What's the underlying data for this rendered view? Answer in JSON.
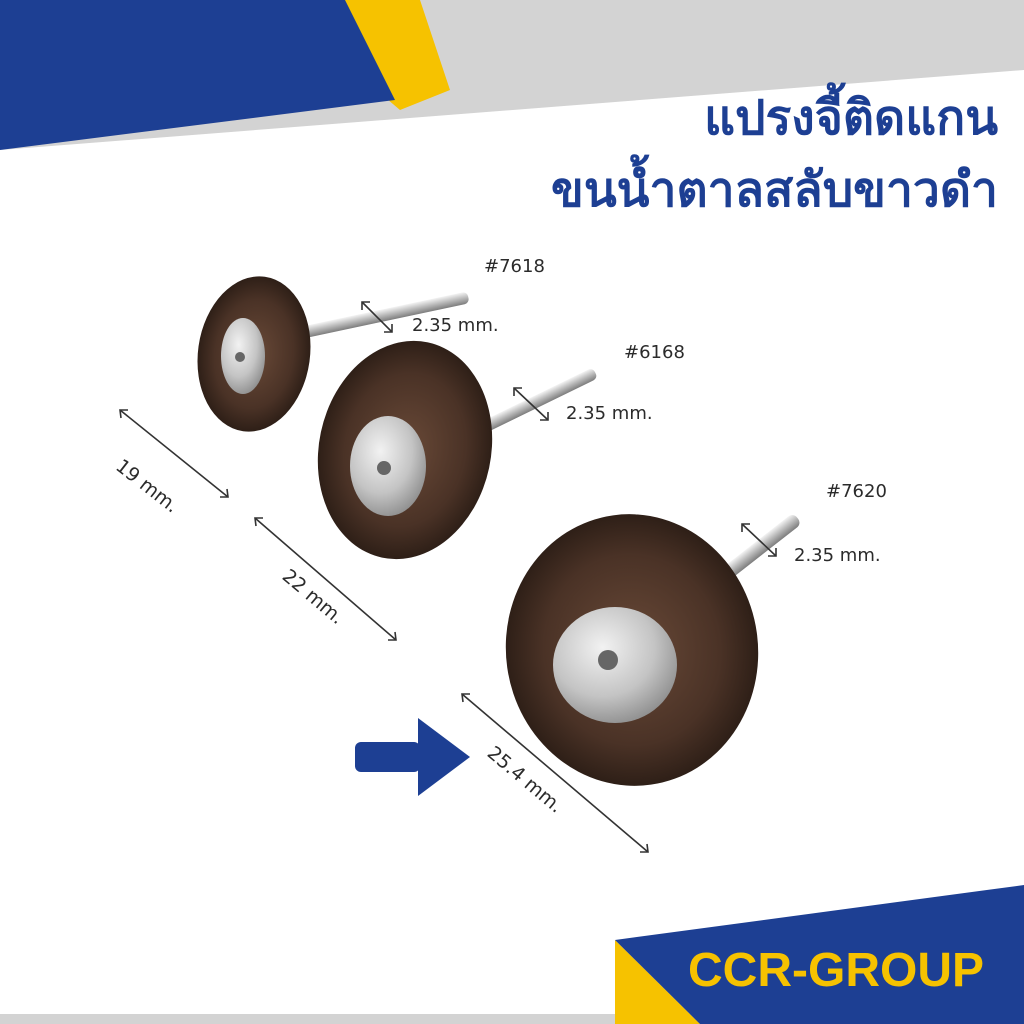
{
  "title": {
    "line1": "แปรงจี้ติดแกน",
    "line2": "ขนน้ำตาลสลับขาวดำ"
  },
  "products": [
    {
      "code": "#7618",
      "shaft": "2.35 mm.",
      "diameter": "19 mm."
    },
    {
      "code": "#6168",
      "shaft": "2.35 mm.",
      "diameter": "22 mm."
    },
    {
      "code": "#7620",
      "shaft": "2.35 mm.",
      "diameter": "25.4 mm."
    }
  ],
  "brand": "CCR-GROUP",
  "colors": {
    "navy": "#1d3f93",
    "yellow": "#f6c200",
    "gray": "#d3d3d3",
    "bristle": "#4a3226",
    "metal": "#c9c9c9"
  },
  "icons": [
    "pointer-arrow-icon",
    "dimension-arrow-icon"
  ]
}
